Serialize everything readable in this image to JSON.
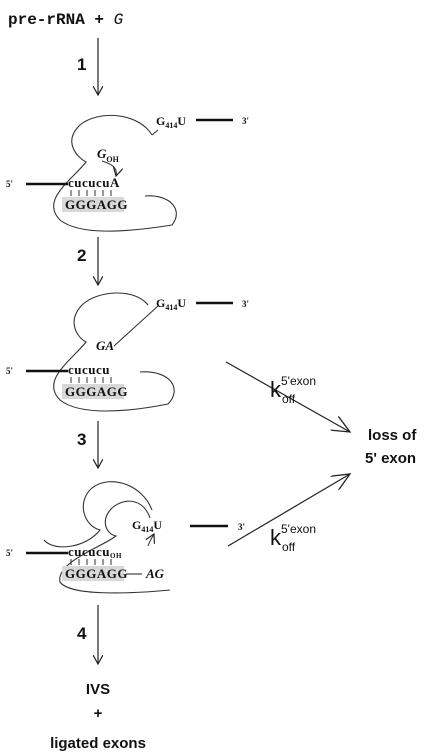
{
  "header": {
    "substrate": "pre-rRNA + ",
    "cofactor": "G"
  },
  "steps": [
    "1",
    "2",
    "3",
    "4"
  ],
  "structure1": {
    "g414": "G",
    "g414_sub": "414",
    "u": "U",
    "three_prime": "3'",
    "five_prime": "5'",
    "g_oh": "G",
    "oh_sub": "OH",
    "exon_seq": "cucucuA",
    "igs_seq": "GGGAGG"
  },
  "structure2": {
    "g414": "G",
    "g414_sub": "414",
    "u": "U",
    "three_prime": "3'",
    "five_prime": "5'",
    "ga": "GA",
    "exon_seq": "cucucu",
    "igs_seq": "GGGAGG"
  },
  "structure3": {
    "g414": "G",
    "g414_sub": "414",
    "u": "U",
    "three_prime": "3'",
    "five_prime": "5'",
    "exon_seq": "cucucu",
    "oh_sub": "OH",
    "igs_seq": "GGGAGG",
    "ag_tail": "AG"
  },
  "koff": [
    {
      "k": "k",
      "sup": "5'exon",
      "sub": "off"
    },
    {
      "k": "k",
      "sup": "5'exon",
      "sub": "off"
    }
  ],
  "loss": {
    "line1": "loss of",
    "line2": "5' exon"
  },
  "products": {
    "ivs": "IVS",
    "plus": "+",
    "ligated": "ligated exons"
  }
}
